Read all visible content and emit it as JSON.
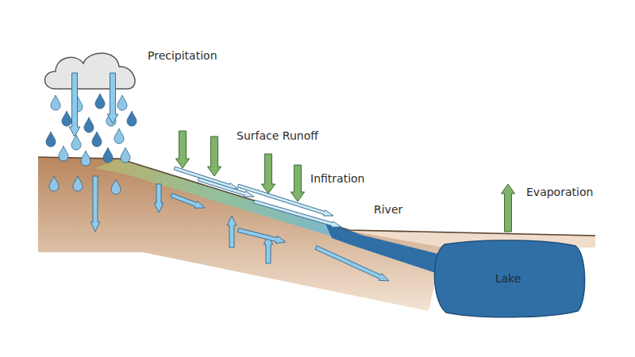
{
  "diagram": {
    "nodes": [
      {
        "text": [
          "Lake"
        ]
      }
    ],
    "labels": [
      "Precipitation",
      "Surface Runoff",
      "Infitration",
      "River",
      "Evaporation"
    ]
  }
}
